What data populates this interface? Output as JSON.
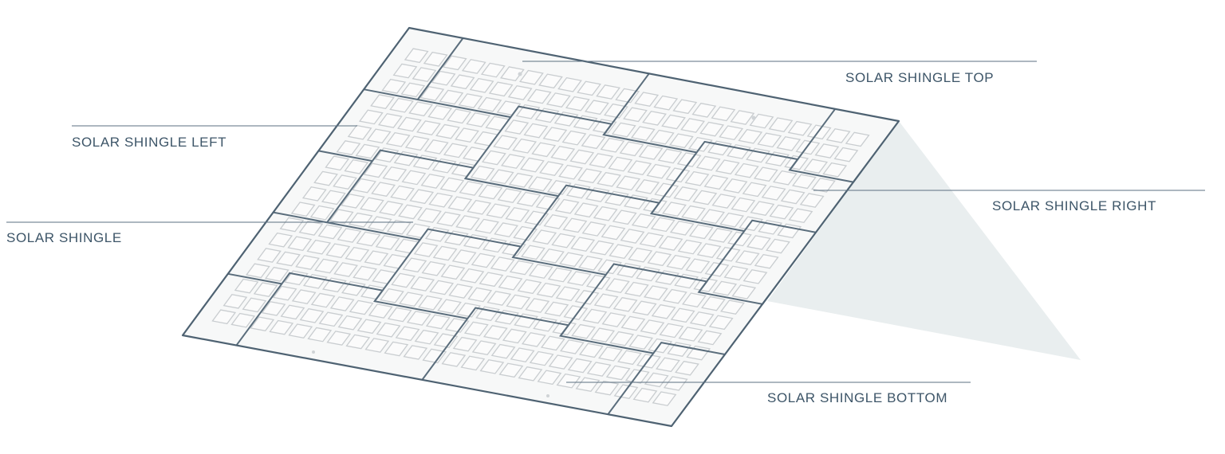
{
  "diagram": {
    "labels": {
      "top": "SOLAR SHINGLE TOP",
      "left": "SOLAR SHINGLE LEFT",
      "right": "SOLAR SHINGLE RIGHT",
      "center": "SOLAR SHINGLE",
      "bottom": "SOLAR SHINGLE BOTTOM"
    },
    "colors": {
      "outline": "#4e6272",
      "cell_stroke": "#c9cdd0",
      "roof_fill": "#f7f8f8",
      "shadow": "#e9eeef",
      "label_text": "#3d5568"
    }
  }
}
